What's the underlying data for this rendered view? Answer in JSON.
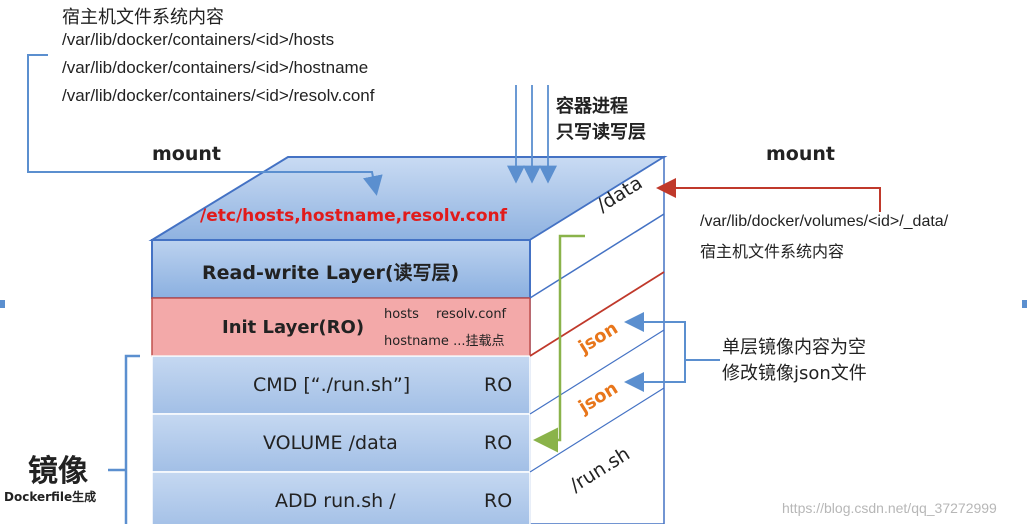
{
  "top_left": {
    "title": "宿主机文件系统内容",
    "paths": [
      "/var/lib/docker/containers/<id>/hosts",
      "/var/lib/docker/containers/<id>/hostname",
      "/var/lib/docker/containers/<id>/resolv.conf"
    ],
    "mount_label": "mount"
  },
  "container_process": {
    "line1": "容器进程",
    "line2": "只写读写层"
  },
  "right_mount": {
    "mount_label": "mount",
    "path": "/var/lib/docker/volumes/<id>/_data/",
    "subtitle": "宿主机文件系统内容"
  },
  "top_face": {
    "files": "/etc/hosts,hostname,resolv.conf",
    "side_label": "/data"
  },
  "layers": {
    "rw": "Read-write Layer(读写层)",
    "init": "Init Layer(RO)",
    "init_note1a": "hosts",
    "init_note1b": "resolv.conf",
    "init_note2": "hostname ...挂载点",
    "cmd": "CMD [“./run.sh”]",
    "volume": "VOLUME /data",
    "add": "ADD run.sh /",
    "ro": "RO"
  },
  "side_labels": {
    "json1": "json",
    "json2": "json",
    "runsh": "/run.sh"
  },
  "right_note": {
    "line1": "单层镜像内容为空",
    "line2": "修改镜像json文件"
  },
  "image_label": {
    "title": "镜像",
    "subtitle": "Dockerfile生成"
  },
  "watermark": "https://blog.csdn.net/qq_37272999",
  "colors": {
    "blue_layer": "#a9c4e8",
    "blue_top": "#8fb2e0",
    "init_red": "#f3a9a9",
    "red_text": "#e11b1b",
    "orange": "#e8761b",
    "green": "#8ab34a",
    "arrow_blue": "#5b8fcf",
    "red_line": "#c0392b"
  }
}
